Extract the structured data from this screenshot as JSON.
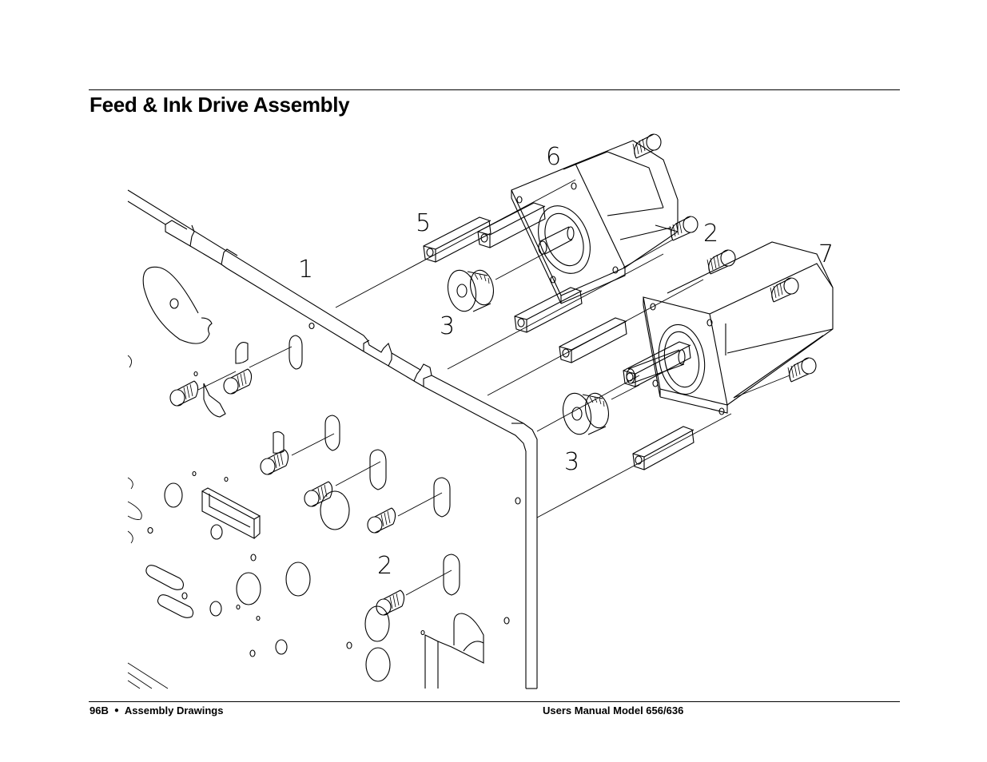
{
  "page": {
    "title": "Feed & Ink Drive Assembly",
    "footer": {
      "page_number": "96B",
      "separator": "●",
      "section": "Assembly Drawings",
      "manual": "Users Manual Model 656/636"
    }
  },
  "drawing": {
    "callouts": {
      "c1": "1",
      "c2a": "2",
      "c2b": "2",
      "c3a": "3",
      "c3b": "3",
      "c5": "5",
      "c6": "6",
      "c7": "7"
    }
  }
}
